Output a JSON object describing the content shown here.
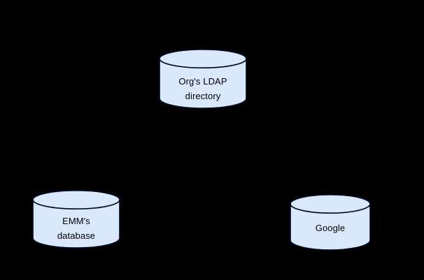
{
  "diagram": {
    "background_color": "#000000",
    "node_fill_color": "#dae8fc",
    "node_stroke_color": "#000820",
    "text_color": "#000000",
    "nodes": [
      {
        "id": "ldap",
        "shape": "cylinder",
        "icon_name": "database-cylinder-icon",
        "label_line1": "Org's LDAP",
        "label_line2": "directory"
      },
      {
        "id": "emm",
        "shape": "cylinder",
        "icon_name": "database-cylinder-icon",
        "label_line1": "EMM's",
        "label_line2": "database"
      },
      {
        "id": "google",
        "shape": "cylinder",
        "icon_name": "database-cylinder-icon",
        "label_line1": "Google",
        "label_line2": ""
      }
    ]
  }
}
